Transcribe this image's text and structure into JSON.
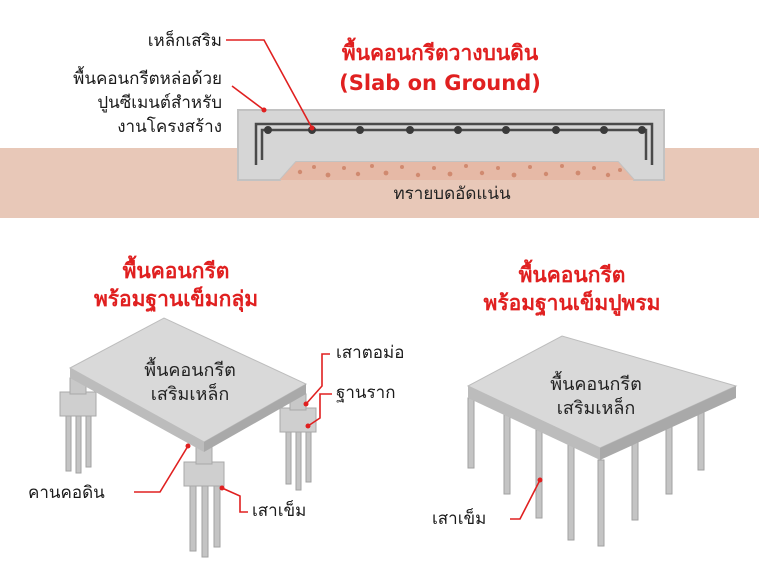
{
  "colors": {
    "ground": "#e8c8b8",
    "sand": "#e0b09c",
    "concrete": "#d8d8d8",
    "concrete_dark": "#b4b4b4",
    "rebar": "#444444",
    "accent_red": "#e02020",
    "text": "#1a1a1a"
  },
  "top": {
    "title_line1": "พื้นคอนกรีตวางบนดิน",
    "title_line2": "(Slab on Ground)",
    "label_rebar": "เหล็กเสริม",
    "label_slab_line1": "พื้นคอนกรีตหล่อด้วย",
    "label_slab_line2": "ปูนซีเมนต์สำหรับ",
    "label_slab_line3": "งานโครงสร้าง",
    "label_sand": "ทรายบดอัดแน่น"
  },
  "bottom_left": {
    "title_line1": "พื้นคอนกรีต",
    "title_line2": "พร้อมฐานเข็มกลุ่ม",
    "slab_line1": "พื้นคอนกรีต",
    "slab_line2": "เสริมเหล็ก",
    "label_column": "เสาตอม่อ",
    "label_footing": "ฐานราก",
    "label_beam": "คานคอดิน",
    "label_pile": "เสาเข็ม"
  },
  "bottom_right": {
    "title_line1": "พื้นคอนกรีต",
    "title_line2": "พร้อมฐานเข็มปูพรม",
    "slab_line1": "พื้นคอนกรีต",
    "slab_line2": "เสริมเหล็ก",
    "label_pile": "เสาเข็ม"
  }
}
